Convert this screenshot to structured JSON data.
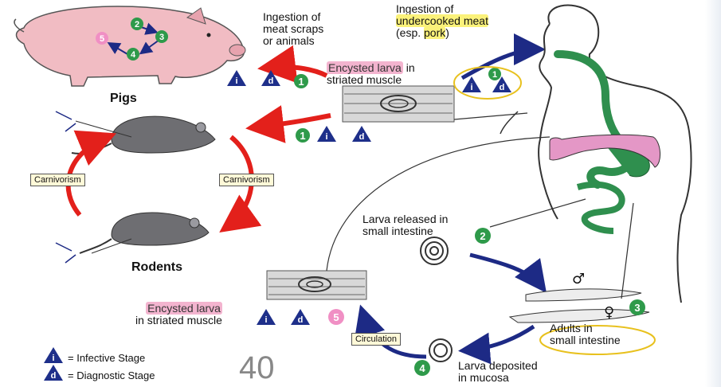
{
  "labels": {
    "ingestion_scraps": [
      "Ingestion of",
      "meat scraps",
      "or animals"
    ],
    "ingestion_meat_line1": "Ingestion of",
    "ingestion_meat_line2": "undercooked meat",
    "ingestion_meat_line3a": "(esp. ",
    "ingestion_meat_line3b": "pork",
    "ingestion_meat_line3c": ")",
    "encysted_top_a": "Encysted larva",
    "encysted_top_b": " in",
    "encysted_top_c": "striated muscle",
    "pigs": "Pigs",
    "rodents": "Rodents",
    "carnivorism_left": "Carnivorism",
    "carnivorism_right": "Carnivorism",
    "larva_released": [
      "Larva released in",
      "small intestine"
    ],
    "adults_a": "Adults in",
    "adults_b": "small intestine",
    "larva_deposited": [
      "Larva deposited",
      "in mucosa"
    ],
    "encysted_bottom_a": "Encysted larva",
    "encysted_bottom_b": "in striated muscle",
    "circulation": "Circulation",
    "legend_infective": "= Infective Stage",
    "legend_diagnostic": "= Diagnostic Stage",
    "page_number": "40"
  },
  "stage_numbers": [
    "1",
    "2",
    "3",
    "4",
    "5"
  ],
  "stage_letters": {
    "infective": "i",
    "diagnostic": "d"
  },
  "symbols": {
    "male": "♂",
    "female": "♀"
  },
  "colors": {
    "stage_green": "#2e9a4a",
    "stage_pink": "#f08fc4",
    "triangle_blue": "#1e2f8a",
    "arrow_red": "#e3201b",
    "arrow_blue": "#1d2a85",
    "intestine_green": "#2f8f4e",
    "lung_pink": "#e497c6",
    "pig_pink": "#f1bcc3"
  }
}
